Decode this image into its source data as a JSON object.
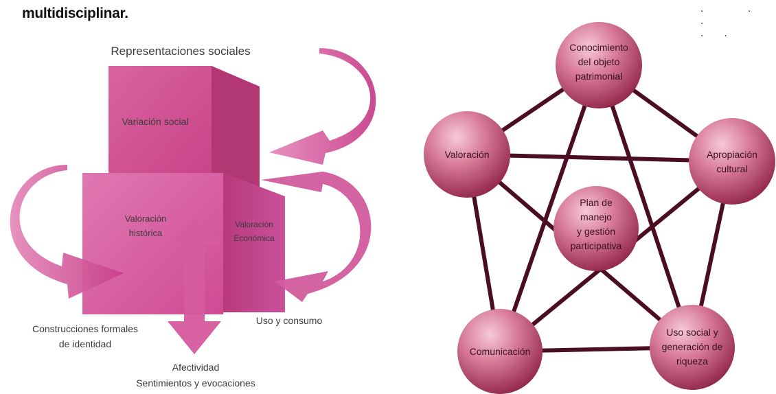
{
  "heading": "multidisciplinar.",
  "corner_dots": ". . . ..",
  "left_diagram": {
    "top_label": "Representaciones sociales",
    "face_top": "Variación social",
    "face_front": [
      "Valoración",
      "histórica"
    ],
    "face_side": [
      "Valoración",
      "Económica"
    ],
    "bottom_left_label": [
      "Construcciones formales",
      "de identidad"
    ],
    "bottom_right_label": "Uso y consumo",
    "bottom_label": [
      "Afectividad",
      "Sentimientos y evocaciones"
    ]
  },
  "right_diagram": {
    "nodes": {
      "top": [
        "Conocimiento",
        "del objeto",
        "patrimonial"
      ],
      "left": [
        "Valoración"
      ],
      "right": [
        "Apropiación",
        "cultural"
      ],
      "bottom_left": [
        "Comunicación"
      ],
      "bottom_right": [
        "Uso social y",
        "generación de",
        "riqueza"
      ],
      "center": [
        "Plan de",
        "manejo",
        "y gestión",
        "participativa"
      ]
    }
  },
  "colors": {
    "magenta": "#d6569c",
    "magenta_dark": "#a8306e",
    "line": "#4a0d24",
    "sphere_light": "#f3b9cf",
    "sphere_mid": "#cf5a84",
    "sphere_dark": "#8f2447"
  }
}
